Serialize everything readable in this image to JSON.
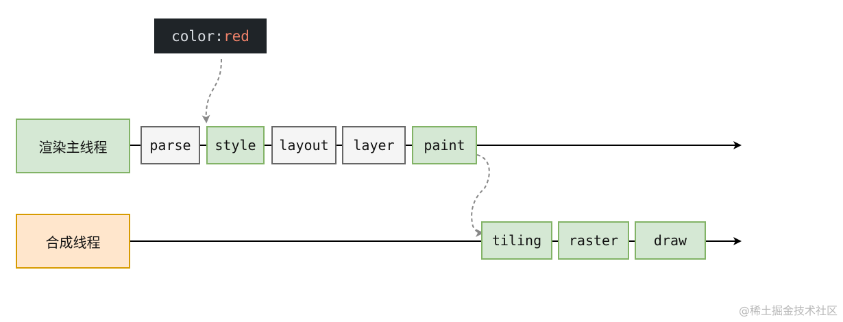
{
  "code": {
    "property": "color:",
    "value": "red"
  },
  "threads": {
    "main": "渲染主线程",
    "compositor": "合成线程"
  },
  "main_stages": [
    "parse",
    "style",
    "layout",
    "layer",
    "paint"
  ],
  "compositor_stages": [
    "tiling",
    "raster",
    "draw"
  ],
  "watermark": "@稀土掘金技术社区",
  "colors": {
    "green_fill": "#d5e8d4",
    "green_border": "#82b366",
    "gray_fill": "#f5f5f5",
    "gray_border": "#666666",
    "orange_fill": "#ffe6cc",
    "orange_border": "#d79b00",
    "code_bg": "#1f2428",
    "code_value": "#f0826a"
  }
}
